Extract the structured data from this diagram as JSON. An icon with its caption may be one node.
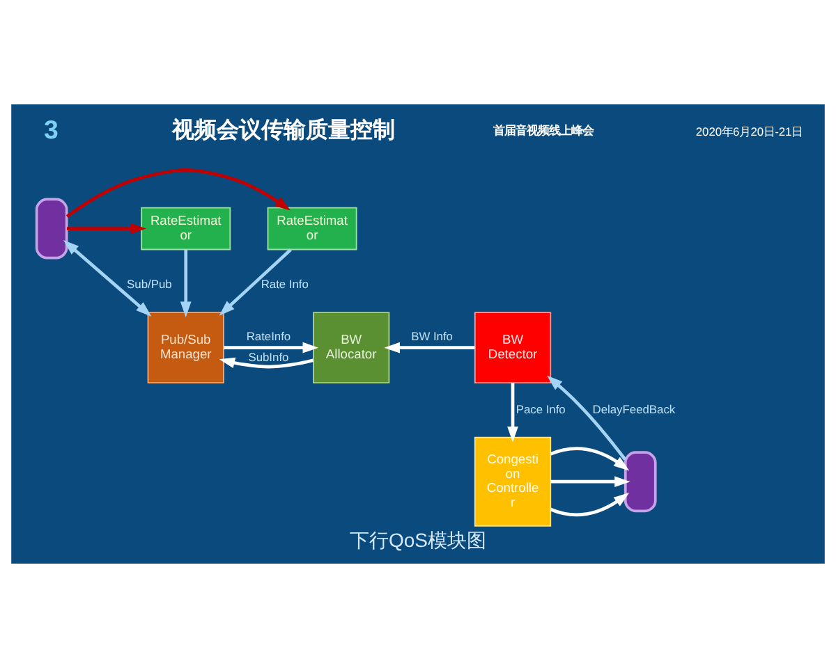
{
  "diagram": {
    "title": "视频会议传输质量控制",
    "caption": "下行QoS模块图",
    "nodes": [
      {
        "text": [],
        "shape": "phone"
      },
      {
        "text": [
          "RateEstimat or"
        ]
      },
      {
        "text": [
          "RateEstimat or"
        ]
      },
      {
        "text": [
          "Pub/Sub Manager"
        ]
      },
      {
        "text": [
          "BW Allocator"
        ]
      },
      {
        "text": [
          "BW Detector"
        ]
      },
      {
        "text": [
          "Congesti on Controlle r"
        ]
      },
      {
        "text": [],
        "shape": "phone"
      }
    ],
    "edges": [
      {
        "from": 0,
        "to": 1,
        "arrow": "to",
        "color": "#c00000"
      },
      {
        "from": 0,
        "to": 2,
        "arrow": "to",
        "color": "#c00000"
      },
      {
        "from": 1,
        "to": 3,
        "arrow": "to",
        "label": "Rate Info",
        "color": "#a3d4f5"
      },
      {
        "from": 2,
        "to": 3,
        "arrow": "to",
        "color": "#a3d4f5"
      },
      {
        "from": 0,
        "to": 3,
        "arrow": "both",
        "label": "Sub/Pub",
        "color": "#a3d4f5"
      },
      {
        "from": 3,
        "to": 4,
        "arrow": "to",
        "label": "RateInfo"
      },
      {
        "from": 4,
        "to": 3,
        "arrow": "to",
        "label": "SubInfo"
      },
      {
        "from": 5,
        "to": 4,
        "arrow": "to",
        "label": "BW Info"
      },
      {
        "from": 5,
        "to": 6,
        "arrow": "to",
        "label": "Pace Info"
      },
      {
        "from": 6,
        "to": 7,
        "arrow": "to"
      },
      {
        "from": 6,
        "to": 7,
        "arrow": "to"
      },
      {
        "from": 6,
        "to": 7,
        "arrow": "to"
      },
      {
        "from": 7,
        "to": 5,
        "arrow": "to",
        "label": "DelayFeedBack",
        "color": "#a3d4f5"
      }
    ],
    "labels": [
      "3",
      "首届音视频线上峰会",
      "2020年6月20日-21日"
    ]
  }
}
